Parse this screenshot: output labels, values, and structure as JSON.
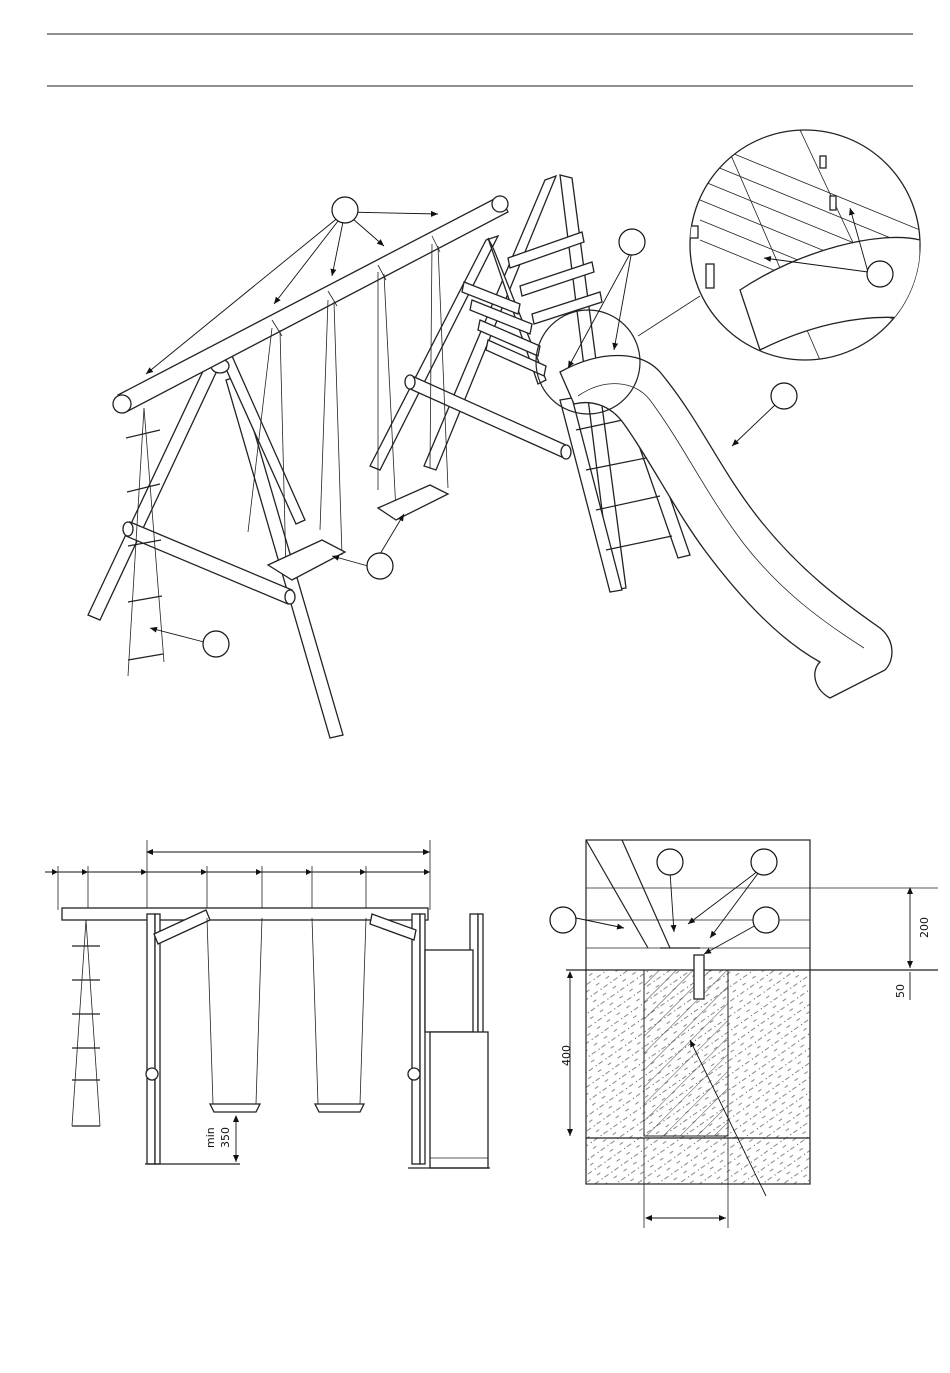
{
  "figure": {
    "kind": "assembly-instruction-drawing",
    "subject": "swing set with rope ladder and slide"
  },
  "front_view": {
    "dimension_labels": {
      "min_seat_clearance": [
        "min",
        "350"
      ]
    }
  },
  "foundation_detail": {
    "dimension_labels": {
      "anchor_height": "200",
      "anchor_offset": "50",
      "concrete_depth": "400"
    }
  }
}
